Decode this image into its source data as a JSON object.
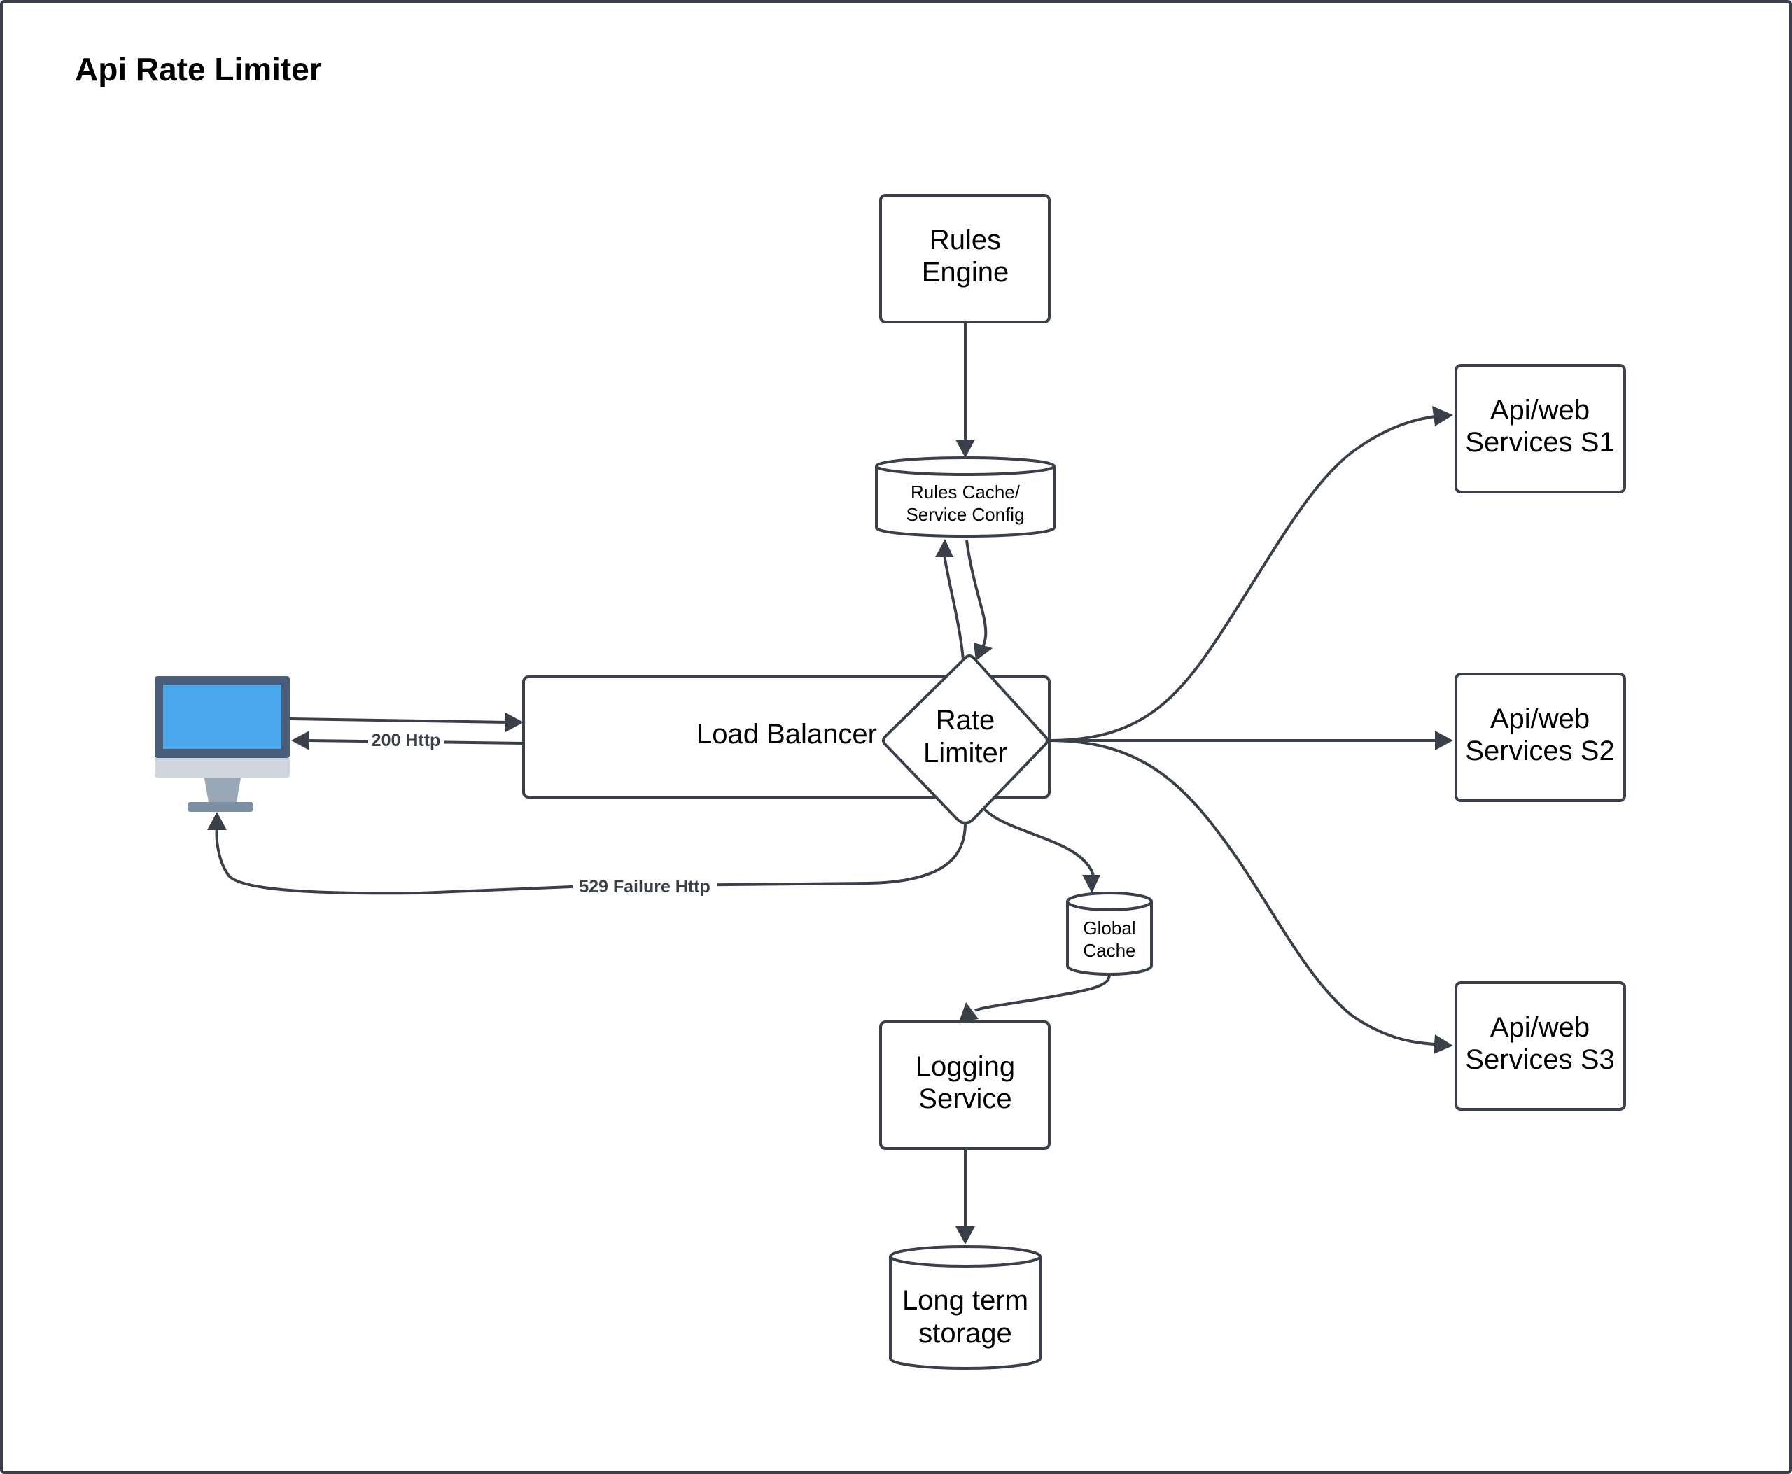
{
  "title": "Api Rate Limiter",
  "colors": {
    "stroke": "#3a3f4a",
    "monitor_frame": "#4a5d78",
    "monitor_screen": "#4aa9ec",
    "monitor_chin": "#cfd6dd",
    "monitor_stand": "#9aa7b6",
    "monitor_base": "#7d8fa3"
  },
  "nodes": {
    "rules_engine": {
      "line1": "Rules",
      "line2": "Engine"
    },
    "rules_cache": {
      "line1": "Rules Cache/",
      "line2": "Service Config"
    },
    "load_balancer": {
      "label": "Load Balancer"
    },
    "rate_limiter": {
      "line1": "Rate",
      "line2": "Limiter"
    },
    "global_cache": {
      "line1": "Global",
      "line2": "Cache"
    },
    "logging_service": {
      "line1": "Logging",
      "line2": "Service"
    },
    "long_term_storage": {
      "line1": "Long term",
      "line2": "storage"
    },
    "service_s1": {
      "line1": "Api/web",
      "line2": "Services S1"
    },
    "service_s2": {
      "line1": "Api/web",
      "line2": "Services S2"
    },
    "service_s3": {
      "line1": "Api/web",
      "line2": "Services S3"
    },
    "client": {
      "icon": "desktop-monitor-icon"
    }
  },
  "edges": {
    "success_response": "200 Http",
    "failure_response": "529 Failure Http"
  }
}
